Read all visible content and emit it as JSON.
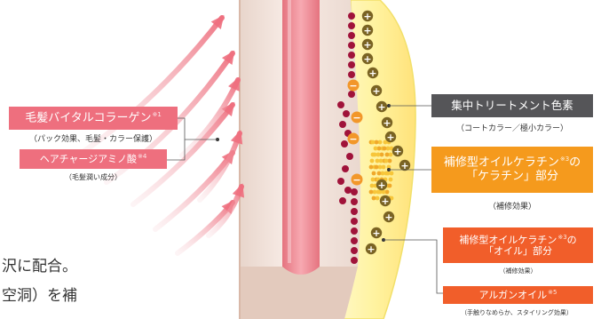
{
  "labels": {
    "collagen": {
      "text": "毛髪バイタルコラーゲン",
      "note": "※1",
      "sub": "（パック効果、毛髪・カラー保護）"
    },
    "ceramide": {
      "text": "ヘアチャージアミノ酸",
      "note": "※4",
      "sub": "（毛髪潤い成分）"
    },
    "dye": {
      "text": "集中トリートメント色素",
      "sub": "（コートカラー／極小カラー）"
    },
    "keratin": {
      "line1": "補修型オイルケラチン",
      "note": "※3",
      "line1_end": "の",
      "line2": "「ケラチン」部分",
      "sub": "（補修効果）"
    },
    "oil": {
      "line1": "補修型オイルケラチン",
      "note": "※3",
      "line1_end": "の",
      "line2": "「オイル」部分",
      "sub": "（補修効果）"
    },
    "argan": {
      "text": "アルガンオイル",
      "note": "※5",
      "sub": "（手触りなめらか、スタイリング効果）"
    }
  },
  "background_text": {
    "line1": "沢に配合。",
    "line2": "空洞）を補"
  },
  "particles": {
    "plus_symbol": "+",
    "minus_symbol": "−"
  },
  "colors": {
    "pink_box": "#ee6f7e",
    "dark_box": "#555558",
    "orange_box": "#f59a1d",
    "red_orange_box": "#f15e2a",
    "hair_core": "#e97b86",
    "cuticle": "#e9d8ce",
    "yellow_coat": "#fff3a0",
    "dot_dark_red": "#a0133a",
    "dot_olive": "#7a6323",
    "dot_orange": "#f2972a"
  }
}
